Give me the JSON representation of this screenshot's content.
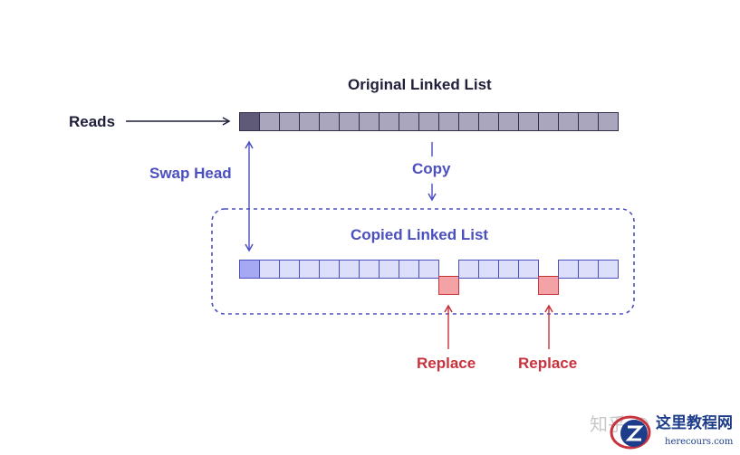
{
  "labels": {
    "original_title": "Original Linked List",
    "copied_title": "Copied Linked List",
    "reads": "Reads",
    "swap_head": "Swap Head",
    "copy": "Copy",
    "replace_1": "Replace",
    "replace_2": "Replace"
  },
  "original_list": {
    "count": 19,
    "head_color": "#5e5a78",
    "cell_color": "#a9a6bd",
    "border_color": "#2f2f4a"
  },
  "copied_list": {
    "count": 19,
    "head_color": "#a5a9f3",
    "cell_color": "#dcdefa",
    "border_color": "#4b4fbf",
    "replaced_indices": [
      10,
      15
    ],
    "replace_color": "#f3a2a6",
    "replace_border": "#c8323c"
  },
  "colors": {
    "text_dark": "#1f1f3a",
    "accent_blue": "#4b4fbf",
    "accent_red": "#c8323c",
    "watermark": "#c9c9c9"
  },
  "watermark": {
    "text": "知乎 @",
    "site_cn": "这里教程网",
    "site_en": "herecours.com"
  }
}
